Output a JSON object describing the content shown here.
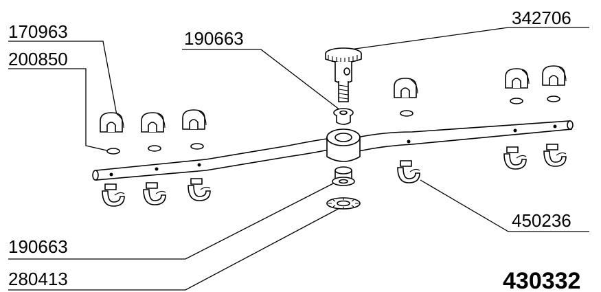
{
  "diagram": {
    "assembly_number": "430332",
    "part_labels": {
      "top_left_1": "170963",
      "top_left_2": "200850",
      "top_center": "190663",
      "top_right": "342706",
      "right": "450236",
      "bottom_left_1": "190663",
      "bottom_left_2": "280413"
    },
    "colors": {
      "line": "#000000",
      "background": "#ffffff",
      "part_fill": "#ffffff",
      "shade": "#d9d9d9"
    }
  }
}
